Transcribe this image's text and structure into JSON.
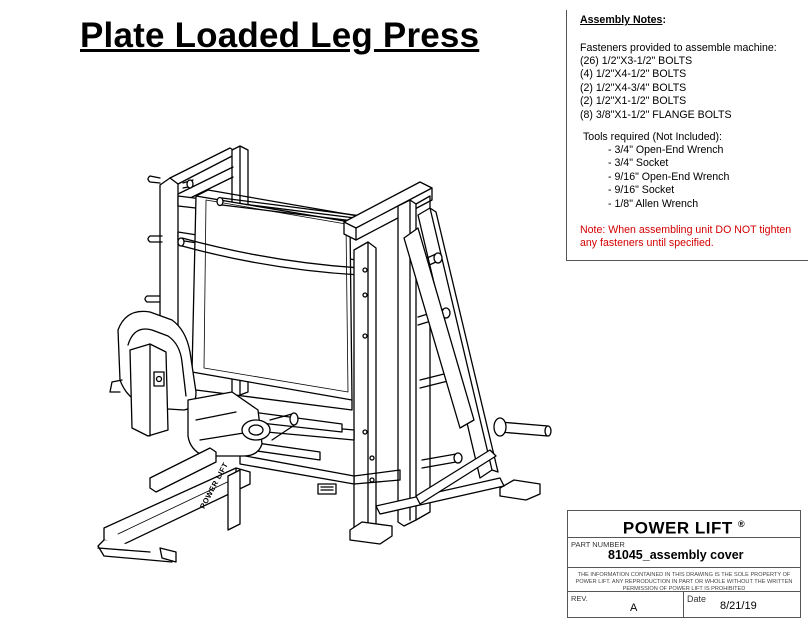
{
  "title": "Plate Loaded Leg Press",
  "assembly_notes": {
    "heading": "Assembly Notes",
    "heading_suffix": ":",
    "fasteners_heading": "Fasteners provided to assemble machine:",
    "fasteners": [
      "(26) 1/2\"X3-1/2\" BOLTS",
      "(4) 1/2\"X4-1/2\" BOLTS",
      "(2) 1/2\"X4-3/4\" BOLTS",
      "(2) 1/2\"X1-1/2\" BOLTS",
      "(8) 3/8\"X1-1/2\" FLANGE BOLTS"
    ],
    "tools_heading": "Tools required (Not Included):",
    "tools": [
      "- 3/4\" Open-End Wrench",
      "- 3/4\" Socket",
      "- 9/16\" Open-End Wrench",
      "- 9/16\" Socket",
      "- 1/8\" Allen Wrench"
    ],
    "note": "Note: When assembling unit DO NOT tighten any fasteners until specified.",
    "note_color": "#d40000"
  },
  "drawing_label": "POWER LIFT",
  "title_block": {
    "brand": "POWER LIFT",
    "registered_mark": "®",
    "part_number_label": "PART NUMBER",
    "part_number": "81045_assembly cover",
    "legal": "THE INFORMATION CONTAINED IN THIS DRAWING IS THE SOLE PROPERTY OF POWER LIFT. ANY REPRODUCTION IN PART OR WHOLE WITHOUT THE WRITTEN PERMISSION OF POWER LIFT IS PROHIBITED",
    "rev_label": "REV.",
    "rev": "A",
    "date_label": "Date",
    "date": "8/21/19"
  }
}
